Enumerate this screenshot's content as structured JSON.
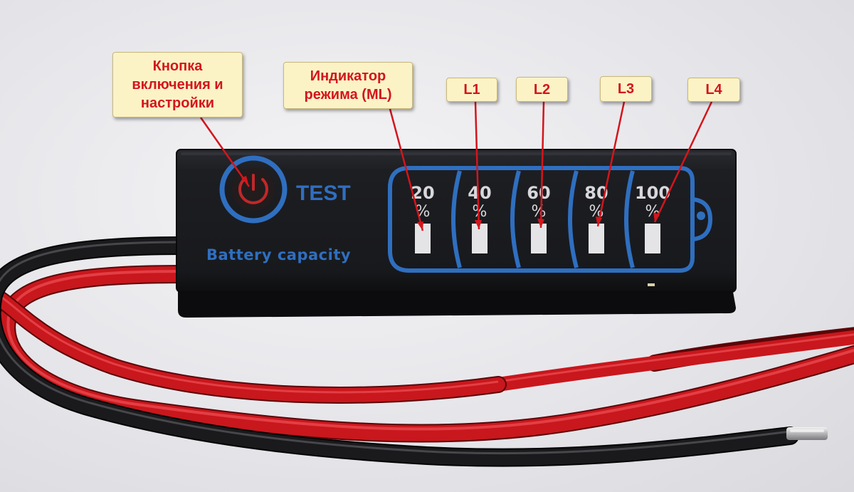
{
  "device": {
    "test_label": "TEST",
    "caption": "Battery capacity",
    "levels": [
      {
        "value": "20",
        "unit": "%"
      },
      {
        "value": "40",
        "unit": "%"
      },
      {
        "value": "60",
        "unit": "%"
      },
      {
        "value": "80",
        "unit": "%"
      },
      {
        "value": "100",
        "unit": "%"
      }
    ]
  },
  "callouts": {
    "power_button": "Кнопка\nвключения и\nнастройки",
    "mode_indicator": "Индикатор\nрежима (ML)",
    "l1": "L1",
    "l2": "L2",
    "l3": "L3",
    "l4": "L4"
  },
  "colors": {
    "board": "#1b1c20",
    "print_blue": "#2f6fc0",
    "power_red": "#c0282a",
    "callout_bg": "#fbf3c6",
    "callout_text": "#d4151c",
    "wire_red": "#c8171d",
    "wire_black": "#1a1a1c"
  }
}
